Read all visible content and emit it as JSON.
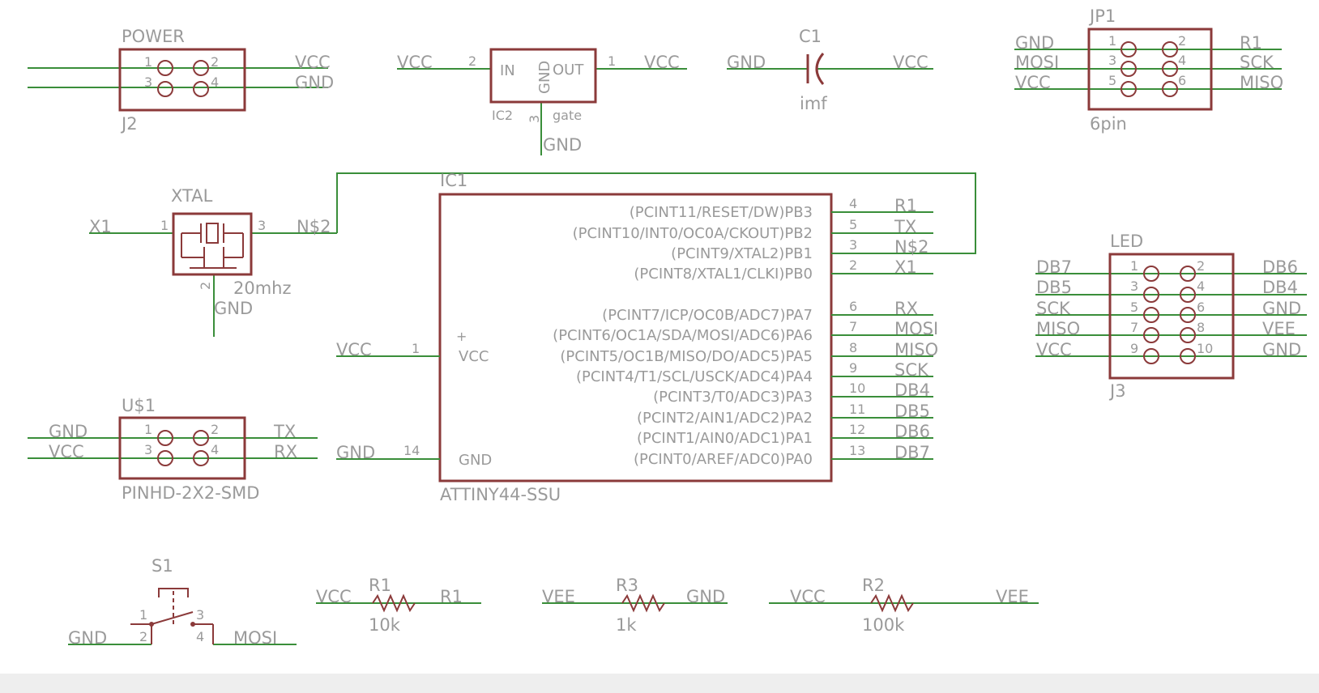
{
  "power": {
    "name": "POWER",
    "ref": "J2",
    "p1": "1",
    "p2": "2",
    "p3": "3",
    "p4": "4",
    "net_a": "VCC",
    "net_b": "GND"
  },
  "reg": {
    "in_net": "VCC",
    "in_pin": "2",
    "in": "IN",
    "out": "OUT",
    "gnd": "GND",
    "out_pin": "1",
    "out_net": "VCC",
    "ref": "IC2",
    "gate_pin": "3",
    "gate": "gate",
    "gnd_net": "GND"
  },
  "cap": {
    "ref": "C1",
    "left": "GND",
    "right": "VCC",
    "value": "imf"
  },
  "jp1": {
    "ref": "JP1",
    "value": "6pin",
    "left": [
      "GND",
      "MOSI",
      "VCC"
    ],
    "right": [
      "R1",
      "SCK",
      "MISO"
    ],
    "lpins": [
      "1",
      "3",
      "5"
    ],
    "rpins": [
      "2",
      "4",
      "6"
    ]
  },
  "xtal": {
    "name": "XTAL",
    "value": "20mhz",
    "left": "X1",
    "right": "N$2",
    "p1": "1",
    "p2": "2",
    "p3": "3",
    "gnd": "GND"
  },
  "ic1": {
    "ref": "IC1",
    "value": "ATTINY44-SSU",
    "vcc_net": "VCC",
    "vcc_pin": "1",
    "vcc_label": "VCC",
    "plus": "+",
    "gnd_net": "GND",
    "gnd_pin": "14",
    "gnd_label": "GND",
    "pins": [
      {
        "label": "(PCINT11/RESET/DW)PB3",
        "num": "4",
        "net": "R1"
      },
      {
        "label": "(PCINT10/INT0/OC0A/CKOUT)PB2",
        "num": "5",
        "net": "TX"
      },
      {
        "label": "(PCINT9/XTAL2)PB1",
        "num": "3",
        "net": "N$2"
      },
      {
        "label": "(PCINT8/XTAL1/CLKI)PB0",
        "num": "2",
        "net": "X1"
      },
      {
        "label": "(PCINT7/ICP/OC0B/ADC7)PA7",
        "num": "6",
        "net": "RX"
      },
      {
        "label": "(PCINT6/OC1A/SDA/MOSI/ADC6)PA6",
        "num": "7",
        "net": "MOSI"
      },
      {
        "label": "(PCINT5/OC1B/MISO/DO/ADC5)PA5",
        "num": "8",
        "net": "MISO"
      },
      {
        "label": "(PCINT4/T1/SCL/USCK/ADC4)PA4",
        "num": "9",
        "net": "SCK"
      },
      {
        "label": "(PCINT3/T0/ADC3)PA3",
        "num": "10",
        "net": "DB4"
      },
      {
        "label": "(PCINT2/AIN1/ADC2)PA2",
        "num": "11",
        "net": "DB5"
      },
      {
        "label": "(PCINT1/AIN0/ADC1)PA1",
        "num": "12",
        "net": "DB6"
      },
      {
        "label": "(PCINT0/AREF/ADC0)PA0",
        "num": "13",
        "net": "DB7"
      }
    ]
  },
  "led": {
    "name": "LED",
    "ref": "J3",
    "left": [
      "DB7",
      "DB5",
      "SCK",
      "MISO",
      "VCC"
    ],
    "right": [
      "DB6",
      "DB4",
      "GND",
      "VEE",
      "GND"
    ],
    "lpins": [
      "1",
      "3",
      "5",
      "7",
      "9"
    ],
    "rpins": [
      "2",
      "4",
      "6",
      "8",
      "10"
    ]
  },
  "u1": {
    "ref": "U$1",
    "value": "PINHD-2X2-SMD",
    "left": [
      "GND",
      "VCC"
    ],
    "right": [
      "TX",
      "RX"
    ],
    "lpins": [
      "1",
      "3"
    ],
    "rpins": [
      "2",
      "4"
    ]
  },
  "s1": {
    "ref": "S1",
    "left": "GND",
    "right": "MOSI",
    "p1": "1",
    "p2": "2",
    "p3": "3",
    "p4": "4"
  },
  "r1": {
    "ref": "R1",
    "left": "VCC",
    "right": "R1",
    "value": "10k"
  },
  "r3": {
    "ref": "R3",
    "left": "VEE",
    "right": "GND",
    "value": "1k"
  },
  "r2": {
    "ref": "R2",
    "left": "VCC",
    "right": "VEE",
    "value": "100k"
  }
}
